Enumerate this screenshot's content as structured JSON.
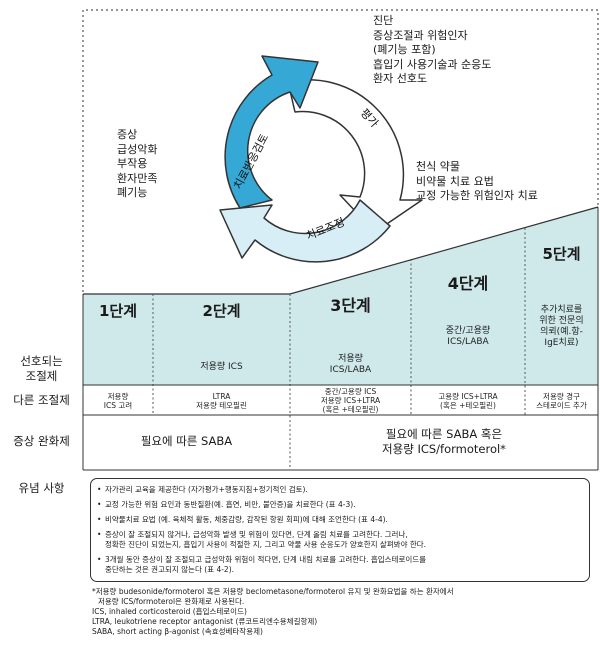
{
  "cycle": {
    "assess_label": "평가",
    "review_label": "치료반응검토",
    "adjust_label": "치료조정",
    "assess_items": [
      "진단",
      "증상조절과 위험인자",
      "(폐기능 포함)",
      "흡입기 사용기술과 순응도",
      "환자 선호도"
    ],
    "review_items": [
      "증상",
      "급성악화",
      "부작용",
      "환자만족",
      "폐기능"
    ],
    "adjust_items": [
      "천식 약물",
      "비약물 치료 요법",
      "교정 가능한 위험인자 치료"
    ]
  },
  "steps": [
    {
      "title": "1단계",
      "preferred": "",
      "other": "저용량\nICS 고려"
    },
    {
      "title": "2단계",
      "preferred": "저용량 ICS",
      "other": "LTRA\n저용량 테오필린"
    },
    {
      "title": "3단계",
      "preferred": "저용량\nICS/LABA",
      "other": "중간/고용량 ICS\n저용량 ICS+LTRA\n(혹은 +테오필린)"
    },
    {
      "title": "4단계",
      "preferred": "중간/고용량\nICS/LABA",
      "other": "고용량 ICS+LTRA\n(혹은 +테오필린)"
    },
    {
      "title": "5단계",
      "preferred": "추가치료를\n위한 전문의\n의뢰(예.항-\nIgE치료)",
      "other": "저용량 경구\n스테로이드 추가"
    }
  ],
  "row_labels": {
    "preferred": "선호되는\n조절제",
    "other": "다른 조절제",
    "reliever": "증상 완화제",
    "notes": "유념 사항"
  },
  "relievers": {
    "steps_1_2": "필요에 따른 SABA",
    "steps_3_5": "필요에 따른 SABA 혹은\n저용량 ICS/formoterol*"
  },
  "notes": [
    "자가관리 교육을 제공한다 (자가평가+행동지침+정기적인 검토).",
    "교정 가능한 위험 요인과 동반질환(예. 흡연, 비만, 불안증)을 치료한다 (표 4-3).",
    "비약물치료 요법 (예. 육체적 활동, 체중감량, 감작된 항원 회피)에 대해 조언한다 (표 4-4).",
    "증상이 잘 조절되지 않거나, 급성악화 발생 및 위험이 있다면, 단계 올림 치료를 고려한다. 그러나,\n정확한 진단이 되었는지, 흡입기 사용이 적절한 지, 그리고 약물 사용 순응도가 양호한지 살펴봐야 한다.",
    "3개월 동안 증상이 잘 조절되고 급성악화 위험이 적다면, 단계 내림 치료를 고려한다. 흡입스테로이드를\n중단하는 것은 권고되지 않는다 (표 4-2)."
  ],
  "footnote": [
    "*저용량 budesonide/formoterol 혹은 저용량 beclometasone/formoterol 유지 및 완화요법을 하는 환자에서",
    "저용량 ICS/formoterol은 완화제로 사용된다.",
    "ICS, inhaled corticosteroid (흡입스테로이드)",
    "LTRA, leukotriene receptor antagonist (류코트리엔수용체길항제)",
    "SABA, short acting β-agonist (속효성베타작용제)"
  ],
  "colors": {
    "step_fill": "#cfe9ea",
    "arrow_blue": "#35a8d6",
    "arrow_light": "#d7eef6",
    "line": "#333333"
  }
}
